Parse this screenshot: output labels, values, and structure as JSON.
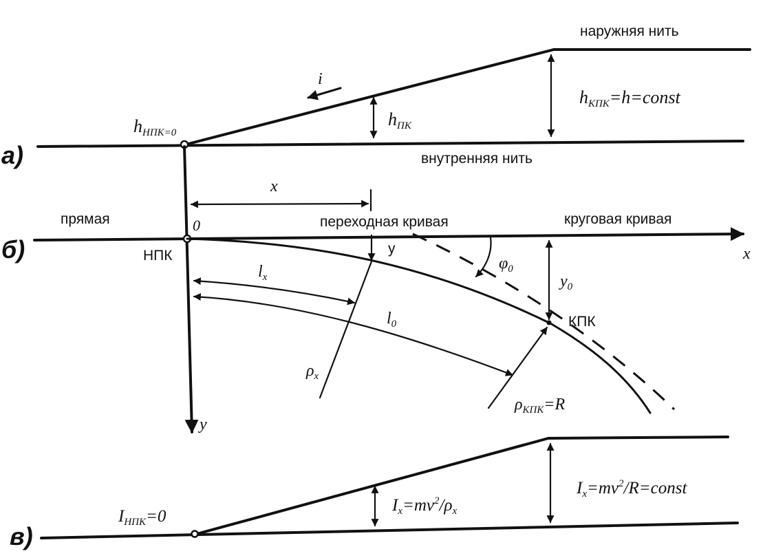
{
  "panels": {
    "a": {
      "label": "а)",
      "outer_rail": "наружняя нить",
      "inner_rail": "внутренняя нить",
      "h_start": {
        "main": "h",
        "sub": "НПК=0"
      },
      "h_tr": {
        "main": "h",
        "sub": "ПК"
      },
      "h_end": {
        "main": "h",
        "sub": "КПК",
        "rest": "=h=const"
      },
      "slope": "i"
    },
    "b": {
      "label": "б)",
      "straight": "прямая",
      "transition": "переходная кривая",
      "circular": "круговая кривая",
      "origin": "0",
      "npk": "НПК",
      "kpk": "КПК",
      "x_top": "x",
      "x_axis": "x",
      "y_axis": "y",
      "y_point": "y",
      "lx": {
        "main": "l",
        "sub": "x"
      },
      "l0": {
        "main": "l",
        "sub": "0"
      },
      "phi0": {
        "main": "φ",
        "sub": "0"
      },
      "y0": {
        "main": "y",
        "sub": "0"
      },
      "rho_x": {
        "main": "ρ",
        "sub": "x"
      },
      "rho_kpk": {
        "main": "ρ",
        "sub": "КПК",
        "rest": "=R"
      }
    },
    "c": {
      "label": "в)",
      "i_start": {
        "main": "I",
        "sub": "НПК",
        "rest": "=0"
      },
      "i_x": {
        "main": "I",
        "sub": "x",
        "mid": "=mv",
        "sup": "2",
        "after": "/ρ",
        "sub2": "x"
      },
      "i_end": {
        "main": "I",
        "sub": "x",
        "mid": "=mv",
        "sup": "2",
        "rest": "/R=const"
      }
    }
  }
}
